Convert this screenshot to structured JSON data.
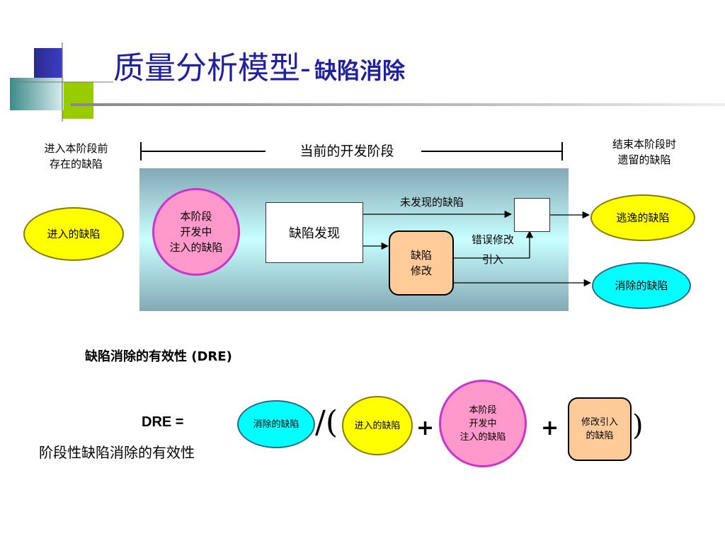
{
  "title": {
    "main": "质量分析模型-",
    "sub": "缺陷消除"
  },
  "labels": {
    "before": "进入本阶段前\n存在的缺陷",
    "stage": "当前的开发阶段",
    "after": "结束本阶段时\n遗留的缺陷"
  },
  "diagram": {
    "incoming": "进入的缺陷",
    "injected": "本阶段\n开发中\n注入的缺陷",
    "detection": "缺陷发现",
    "undetected": "未发现的缺陷",
    "fix": "缺陷\n修改",
    "bad_fix": "错误修改\n引入",
    "escaped": "逃逸的缺陷",
    "removed": "消除的缺陷"
  },
  "formula": {
    "heading": "缺陷消除的有效性 (DRE)",
    "dre_label": "DRE =",
    "dre_desc": "阶段性缺陷消除的有效性",
    "removed": "消除的缺陷",
    "slash_paren": "/(",
    "incoming": "进入的缺陷",
    "plus1": "+",
    "injected": "本阶段\n开发中\n注入的缺陷",
    "plus2": "+",
    "fix_injected": "修改引入\n的缺陷",
    "close": ")"
  },
  "colors": {
    "title": "#1f1f9f",
    "panel_top": "#83a9b5",
    "panel_mid": "#c8ffff",
    "yellow": "#ffff00",
    "cyan": "#00ffff",
    "pink": "#ff99cc",
    "peach": "#ffcc99"
  }
}
